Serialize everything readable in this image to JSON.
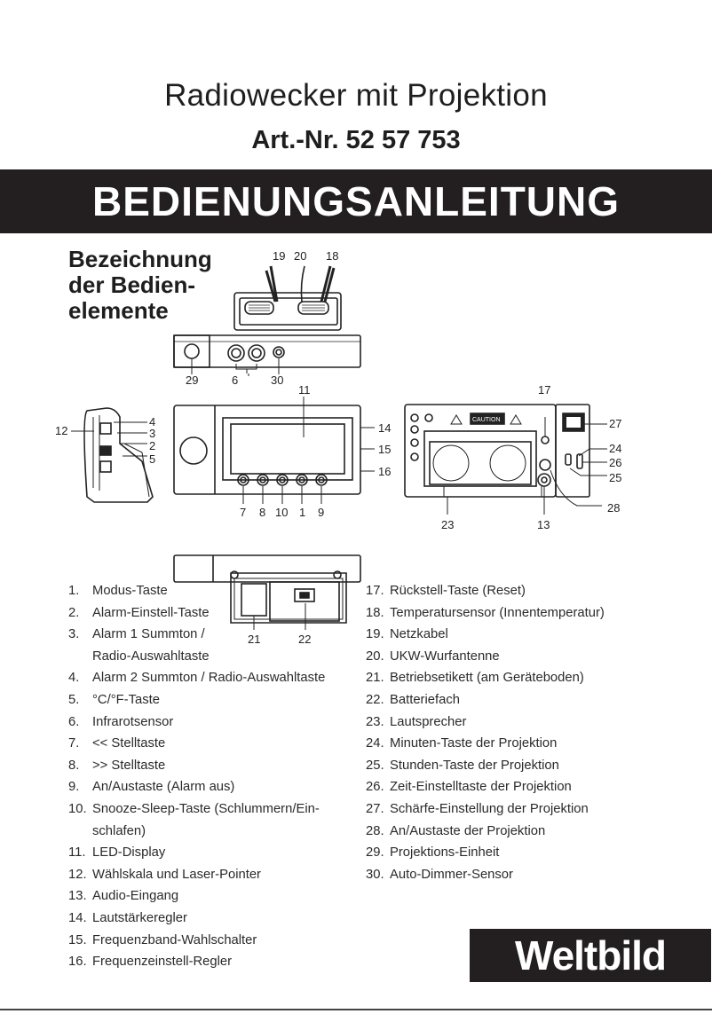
{
  "header": {
    "title": "Radiowecker mit Projektion",
    "art_nr": "Art.-Nr. 52 57 753",
    "banner": "BEDIENUNGSANLEITUNG"
  },
  "section": {
    "heading_lines": [
      "Bezeichnung",
      "der Bedien-",
      "elemente"
    ]
  },
  "callouts": {
    "c19": "19",
    "c20": "20",
    "c18": "18",
    "c29": "29",
    "c6": "6",
    "c30": "30",
    "c11": "11",
    "c17": "17",
    "c12": "12",
    "c4": "4",
    "c3": "3",
    "c2": "2",
    "c5": "5",
    "c14": "14",
    "c15": "15",
    "c16": "16",
    "c7": "7",
    "c8": "8",
    "c10": "10",
    "c1": "1",
    "c9": "9",
    "c27": "27",
    "c24": "24",
    "c26": "26",
    "c25": "25",
    "c28": "28",
    "c23": "23",
    "c13": "13",
    "c21": "21",
    "c22": "22",
    "caution": "CAUTION"
  },
  "list_left": [
    {
      "num": "1.",
      "text": "Modus-Taste"
    },
    {
      "num": "2.",
      "text": "Alarm-Einstell-Taste"
    },
    {
      "num": "3.",
      "text": "Alarm 1 Summton /",
      "text2": "Radio-Auswahltaste"
    },
    {
      "num": "4.",
      "text": "Alarm 2 Summton / Radio-Auswahltaste"
    },
    {
      "num": "5.",
      "text": "°C/°F-Taste"
    },
    {
      "num": "6.",
      "text": "Infrarotsensor"
    },
    {
      "num": "7.",
      "text": "<< Stelltaste"
    },
    {
      "num": "8.",
      "text": ">> Stelltaste"
    },
    {
      "num": "9.",
      "text": "An/Austaste (Alarm aus)"
    },
    {
      "num": "10.",
      "text": "Snooze-Sleep-Taste (Schlummern/Ein-",
      "text2": "schlafen)"
    },
    {
      "num": "11.",
      "text": "LED-Display"
    },
    {
      "num": "12.",
      "text": "Wählskala und Laser-Pointer"
    },
    {
      "num": "13.",
      "text": "Audio-Eingang"
    },
    {
      "num": "14.",
      "text": "Lautstärkeregler"
    },
    {
      "num": "15.",
      "text": "Frequenzband-Wahlschalter"
    },
    {
      "num": "16.",
      "text": "Frequenzeinstell-Regler"
    }
  ],
  "list_right": [
    {
      "num": "17.",
      "text": "Rückstell-Taste (Reset)"
    },
    {
      "num": "18.",
      "text": "Temperatursensor (Innentemperatur)"
    },
    {
      "num": "19.",
      "text": "Netzkabel"
    },
    {
      "num": "20.",
      "text": "UKW-Wurfantenne"
    },
    {
      "num": "21.",
      "text": "Betriebsetikett (am Geräteboden)"
    },
    {
      "num": "22.",
      "text": "Batteriefach"
    },
    {
      "num": "23.",
      "text": "Lautsprecher"
    },
    {
      "num": "24.",
      "text": "Minuten-Taste der Projektion"
    },
    {
      "num": "25.",
      "text": "Stunden-Taste der Projektion"
    },
    {
      "num": "26.",
      "text": "Zeit-Einstelltaste der Projektion"
    },
    {
      "num": "27.",
      "text": "Schärfe-Einstellung der Projektion"
    },
    {
      "num": "28.",
      "text": "An/Austaste der Projektion"
    },
    {
      "num": "29.",
      "text": "Projektions-Einheit"
    },
    {
      "num": "30.",
      "text": "Auto-Dimmer-Sensor"
    }
  ],
  "logo": "Weltbild"
}
